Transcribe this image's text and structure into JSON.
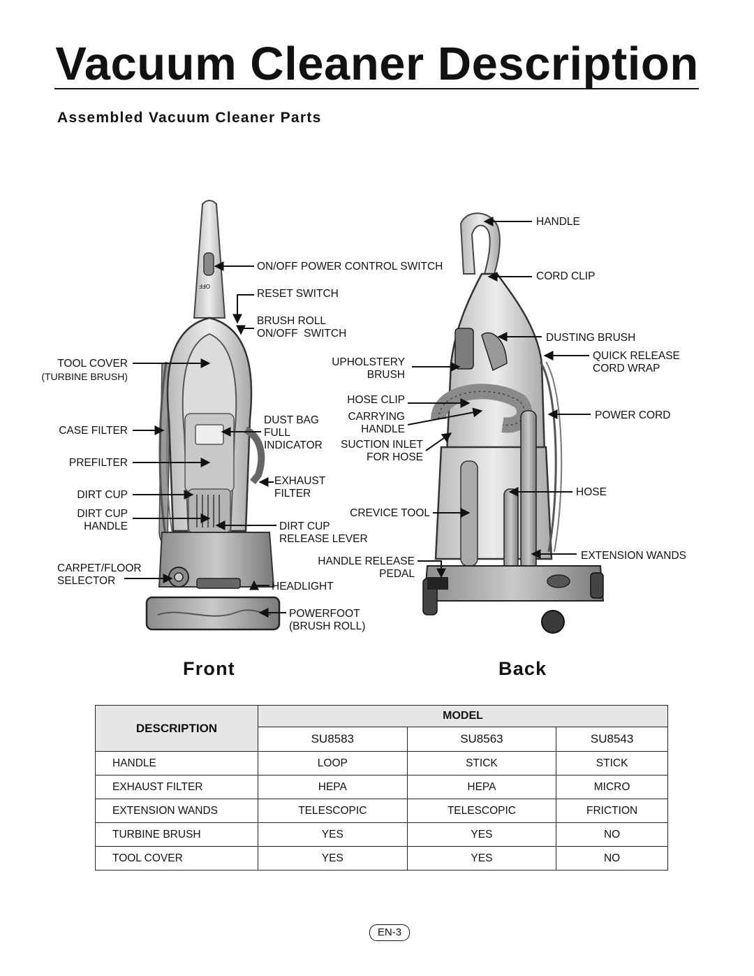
{
  "page": {
    "title": "Vacuum Cleaner Description",
    "section_heading": "Assembled Vacuum Cleaner Parts",
    "page_number": "EN-3"
  },
  "front_view": {
    "title": "Front",
    "labels": {
      "on_off_switch": "ON/OFF POWER CONTROL SWITCH",
      "switch_mark": "OFF",
      "reset_switch": "RESET SWITCH",
      "brush_roll_switch": "BRUSH ROLL\nON/OFF  SWITCH",
      "tool_cover": "TOOL COVER",
      "tool_cover_note": "(TURBINE BRUSH)",
      "case_filter": "CASE FILTER",
      "prefilter": "PREFILTER",
      "dirt_cup": "DIRT CUP",
      "dirt_cup_handle": "DIRT CUP\nHANDLE",
      "carpet_floor_selector": "CARPET/FLOOR\nSELECTOR",
      "dust_bag_full_indicator": "DUST BAG\nFULL\nINDICATOR",
      "exhaust_filter": "EXHAUST\nFILTER",
      "dirt_cup_release_lever": "DIRT CUP\nRELEASE LEVER",
      "headlight": "HEADLIGHT",
      "powerfoot": "POWERFOOT\n(BRUSH ROLL)"
    }
  },
  "back_view": {
    "title": "Back",
    "labels": {
      "handle": "HANDLE",
      "cord_clip": "CORD CLIP",
      "dusting_brush": "DUSTING BRUSH",
      "quick_release_cord_wrap": "QUICK RELEASE\nCORD WRAP",
      "upholstery_brush": "UPHOLSTERY\nBRUSH",
      "hose_clip": "HOSE CLIP",
      "carrying_handle": "CARRYING\nHANDLE",
      "suction_inlet": "SUCTION INLET\nFOR HOSE",
      "power_cord": "POWER CORD",
      "hose": "HOSE",
      "crevice_tool": "CREVICE TOOL",
      "extension_wands": "EXTENSION WANDS",
      "handle_release_pedal": "HANDLE RELEASE\nPEDAL"
    }
  },
  "spec_table": {
    "description_header": "DESCRIPTION",
    "model_header": "MODEL",
    "models": [
      "SU8583",
      "SU8563",
      "SU8543"
    ],
    "rows": [
      {
        "label": "HANDLE",
        "values": [
          "LOOP",
          "STICK",
          "STICK"
        ]
      },
      {
        "label": "EXHAUST FILTER",
        "values": [
          "HEPA",
          "HEPA",
          "MICRO"
        ]
      },
      {
        "label": "EXTENSION WANDS",
        "values": [
          "TELESCOPIC",
          "TELESCOPIC",
          "FRICTION"
        ]
      },
      {
        "label": "TURBINE BRUSH",
        "values": [
          "YES",
          "YES",
          "NO"
        ]
      },
      {
        "label": "TOOL COVER",
        "values": [
          "YES",
          "YES",
          "NO"
        ]
      }
    ]
  }
}
